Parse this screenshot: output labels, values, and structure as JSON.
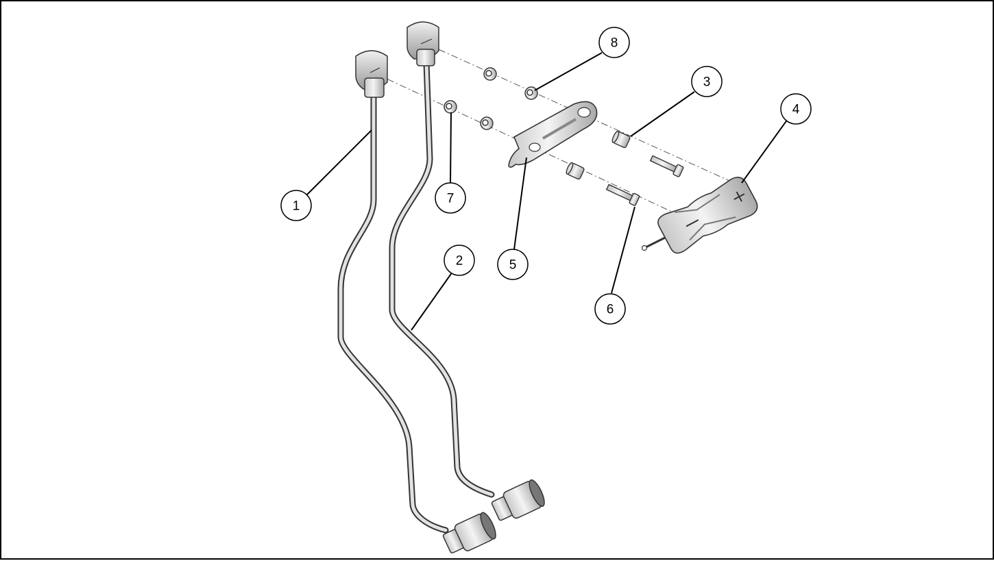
{
  "callouts": [
    {
      "id": "1",
      "label": "1"
    },
    {
      "id": "2",
      "label": "2"
    },
    {
      "id": "3",
      "label": "3"
    },
    {
      "id": "4",
      "label": "4"
    },
    {
      "id": "5",
      "label": "5"
    },
    {
      "id": "6",
      "label": "6"
    },
    {
      "id": "7",
      "label": "7"
    },
    {
      "id": "8",
      "label": "8"
    }
  ],
  "colors": {
    "frame": "#000000",
    "part_fill": "#e6e6e6",
    "part_shade": "#b5b5b5",
    "part_outline": "#333333",
    "centerline": "#555555"
  }
}
